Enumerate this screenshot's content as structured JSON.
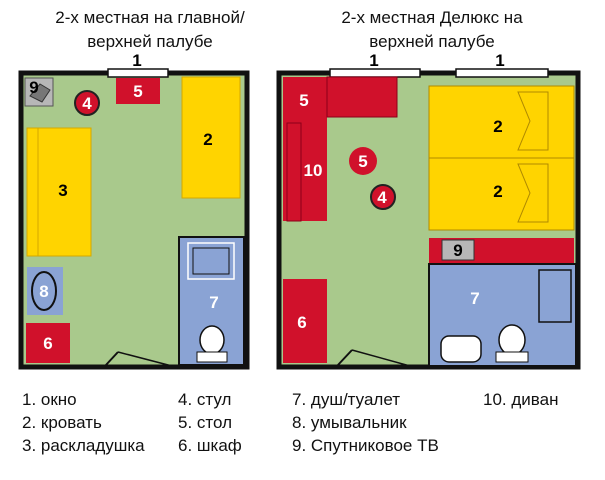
{
  "cabins": [
    {
      "title_line1": "2-х местная на главной/",
      "title_line2": "верхней палубе"
    },
    {
      "title_line1": "2-х местная Делюкс на",
      "title_line2": "верхней палубе"
    }
  ],
  "labels": {
    "window": "1",
    "bed": "2",
    "folding_bed": "3",
    "chair": "4",
    "table": "5",
    "wardrobe": "6",
    "shower_toilet": "7",
    "washbasin": "8",
    "satellite_tv": "9",
    "sofa": "10"
  },
  "legend": {
    "item1": "1. окно",
    "item2": "2. кровать",
    "item3": "3. раскладушка",
    "item4": "4. стул",
    "item5": "5. стол",
    "item6": "6. шкаф",
    "item7": "7. душ/туалет",
    "item8": "8. умывальник",
    "item9": "9. Спутниковое ТВ",
    "item10": "10. диван"
  },
  "colors": {
    "floor": "#a9c98c",
    "wall": "#111111",
    "furniture_yellow": "#ffd400",
    "furniture_red": "#d0112b",
    "bathroom_blue": "#8aa3d4",
    "window": "#ffffff",
    "tv_gray": "#888888"
  }
}
